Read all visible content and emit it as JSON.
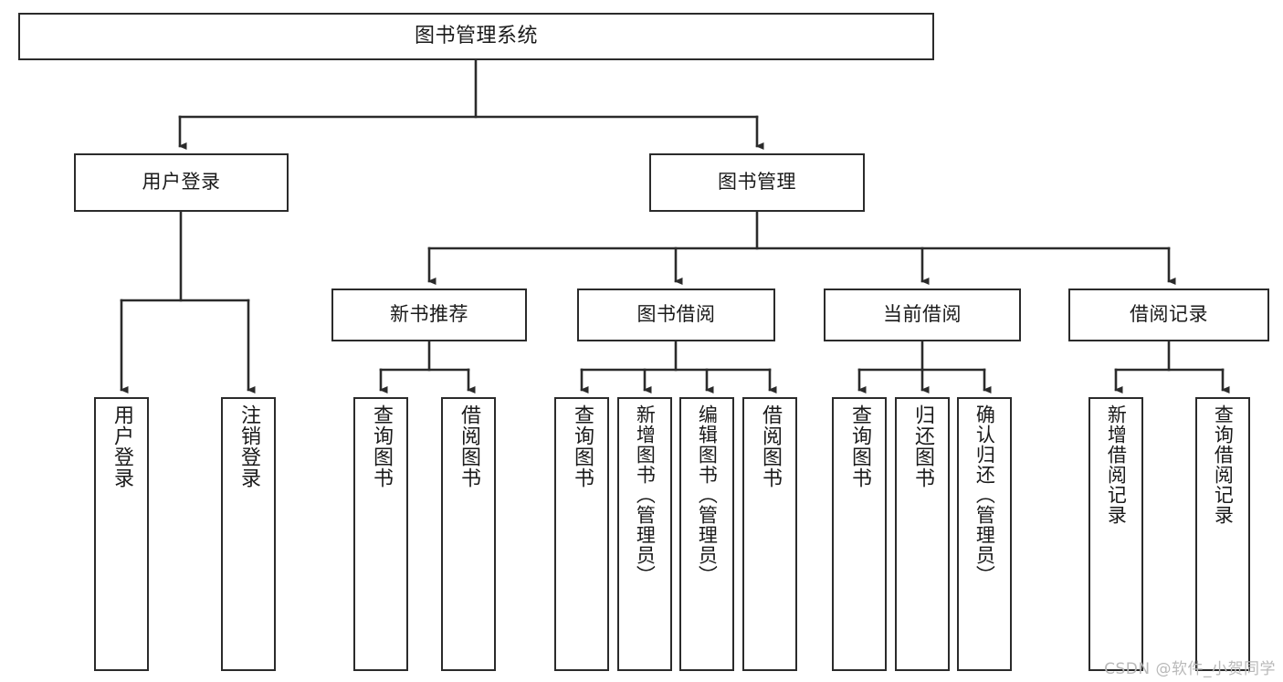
{
  "diagram": {
    "title": "图书管理系统",
    "root": {
      "label": "图书管理系统"
    },
    "level2": [
      {
        "label": "用户登录"
      },
      {
        "label": "图书管理"
      }
    ],
    "level3": [
      {
        "label": "新书推荐"
      },
      {
        "label": "图书借阅"
      },
      {
        "label": "当前借阅"
      },
      {
        "label": "借阅记录"
      }
    ],
    "leaves": {
      "user_login": [
        {
          "label": "用户登录"
        },
        {
          "label": "注销登录"
        }
      ],
      "new_book_recommend": [
        {
          "label": "查询图书"
        },
        {
          "label": "借阅图书"
        }
      ],
      "book_borrow": [
        {
          "label": "查询图书"
        },
        {
          "label": "新增图书（管理员）"
        },
        {
          "label": "编辑图书（管理员）"
        },
        {
          "label": "借阅图书"
        }
      ],
      "current_borrow": [
        {
          "label": "查询图书"
        },
        {
          "label": "归还图书"
        },
        {
          "label": "确认归还（管理员）"
        }
      ],
      "borrow_record": [
        {
          "label": "新增借阅记录"
        },
        {
          "label": "查询借阅记录"
        }
      ]
    }
  },
  "watermark": {
    "text": "CSDN @软件_小贺同学"
  },
  "colors": {
    "stroke": "#2b2b2b",
    "fill": "#ffffff",
    "text": "#1a1a1a",
    "watermark": "#b9b9b9"
  }
}
